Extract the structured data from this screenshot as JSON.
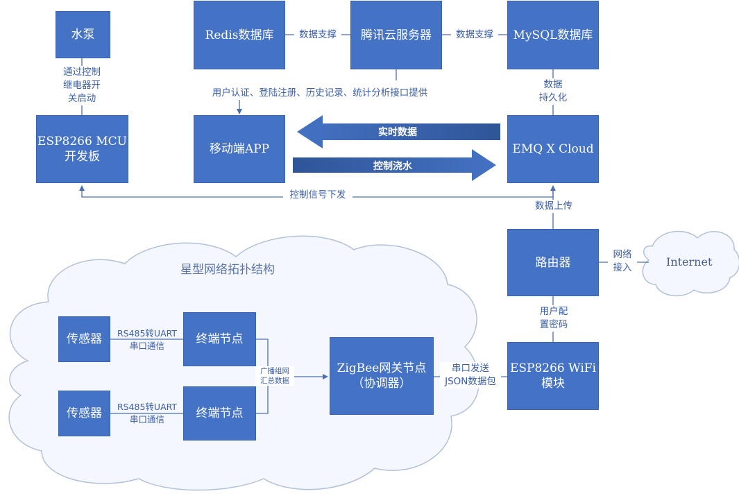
{
  "nodes": {
    "pump": "水泵",
    "mcu": "ESP8266 MCU\n开发板",
    "redis": "Redis数据库",
    "tencent": "腾讯云服务器",
    "mysql": "MySQL数据库",
    "app": "移动端APP",
    "emq": "EMQ X Cloud",
    "router": "路由器",
    "wifi": "ESP8266 WiFi\n模块",
    "zigbee": "ZigBee网关节点\n（协调器）",
    "sensor1": "传感器",
    "sensor2": "传感器",
    "terminal1": "终端节点",
    "terminal2": "终端节点"
  },
  "labels": {
    "relay": "通过控制\n继电器开\n关启动",
    "redis_support": "数据支撑",
    "mysql_support": "数据支撑",
    "services": "用户认证、登陆注册、历史记录、统计分析接口提供",
    "persist": "数据\n持久化",
    "realtime": "实时数据",
    "control_water": "控制浇水",
    "control_signal": "控制信号下发",
    "upload": "数据上传",
    "network_access": "网络\n接入",
    "user_config": "用户配\n置密码",
    "serial_json": "串口发送\nJSON数据包",
    "rs485_1": "RS485转UART\n串口通信",
    "rs485_2": "RS485转UART\n串口通信",
    "broadcast": "广播组网\n汇总数据"
  },
  "clouds": {
    "star_title": "星型网络拓扑结构",
    "internet": "Internet"
  },
  "colors": {
    "box_fill": "#4472c4",
    "connector": "#4a6fae",
    "label_text": "#3b5ea8",
    "band_arrow": "#2f5597",
    "cloud_fill": "#f4f7fd",
    "cloud_stroke": "#b3c1d8"
  }
}
